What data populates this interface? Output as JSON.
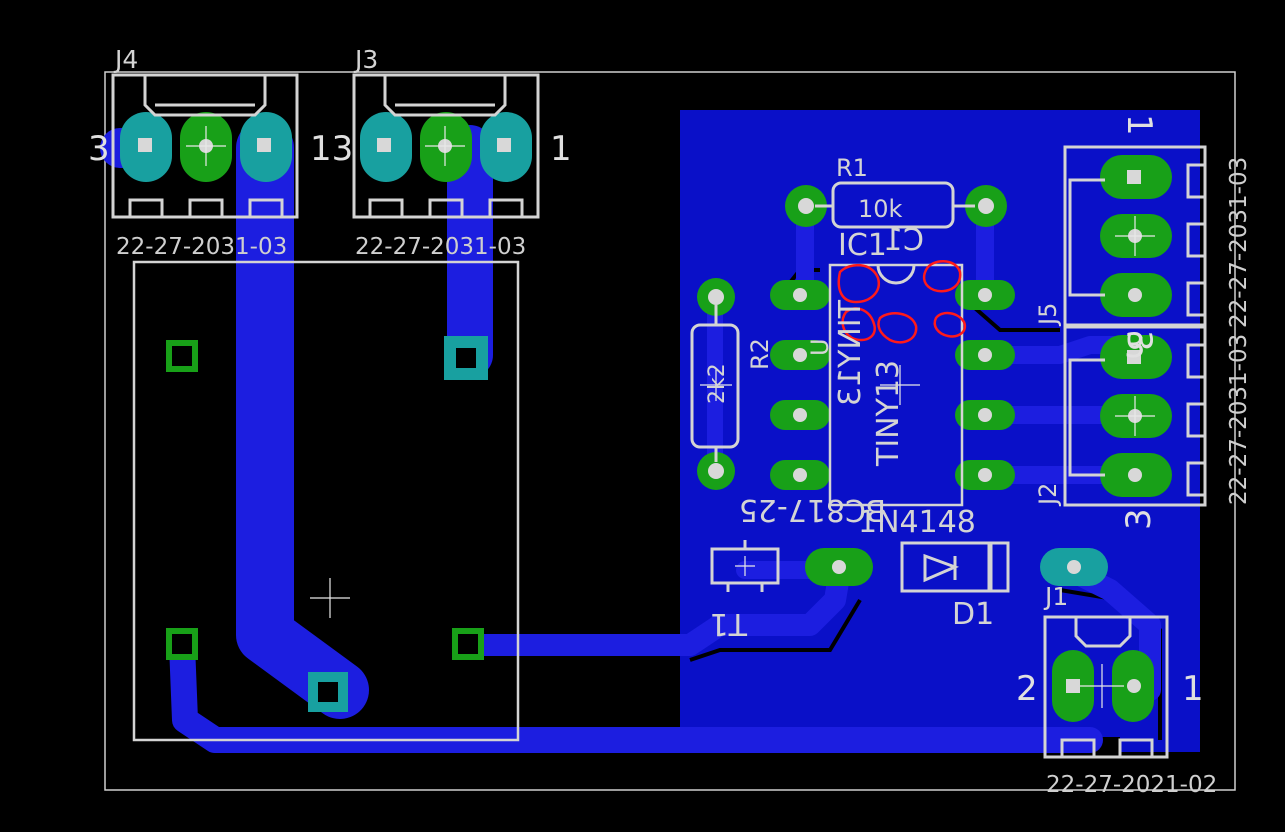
{
  "labels": {
    "j4": "J4",
    "j3": "J3",
    "j5": "J5",
    "j2": "J2",
    "j1": "J1",
    "r1": "R1",
    "r1_value": "10k",
    "r2": "R2",
    "r2_value": "2k2",
    "ic1": "IC1",
    "ic1_mirror": "C1",
    "ic_part": "TINY13",
    "ic_part_mirror": "TINY13",
    "ic_u": "U",
    "t1": "T1",
    "t1_part": "BC817-25",
    "d1": "D1",
    "d1_part": "1N4148"
  },
  "pin_numbers": {
    "j4_left": "3",
    "j3_left": "13",
    "j3_right": "1",
    "j5_top": "1",
    "j5_bottom": "3",
    "j2_top": "3",
    "j2_bottom": "3",
    "j1_left": "2",
    "j1_right": "1"
  },
  "part_numbers": {
    "j4": "22-27-2031-03",
    "j3": "22-27-2031-03",
    "j5": "22-27-2031-03",
    "j2": "22-27-2031-03",
    "j1": "22-27-2021-02"
  },
  "colors": {
    "background": "#000000",
    "copper_pour": "#0a10c8",
    "trace": "#1c1ee0",
    "pad_green": "#18a018",
    "pad_cyan": "#18a0a0",
    "silkscreen": "#d4d4d4",
    "annotation_red": "#ff1a1a"
  }
}
